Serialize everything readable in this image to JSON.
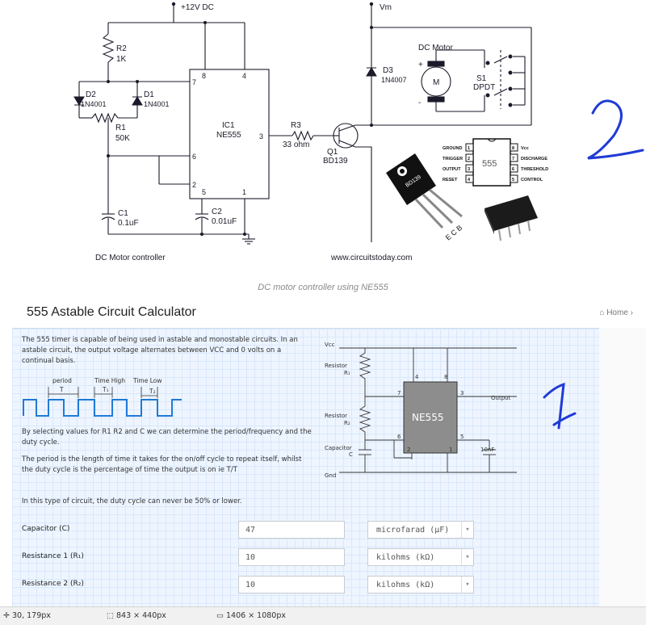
{
  "schematic": {
    "supply_label": "+12V DC",
    "vm_label": "Vm",
    "r2_name": "R2",
    "r2_value": "1K",
    "d2_name": "D2",
    "d2_part": "1N4001",
    "d1_name": "D1",
    "d1_part": "1N4001",
    "r1_name": "R1",
    "r1_value": "50K",
    "c1_name": "C1",
    "c1_value": "0.1uF",
    "c2_name": "C2",
    "c2_value": "0.01uF",
    "ic_name": "IC1",
    "ic_part": "NE555",
    "pin7": "7",
    "pin8": "8",
    "pin4": "4",
    "pin6": "6",
    "pin2": "2",
    "pin5": "5",
    "pin1": "1",
    "pin3": "3",
    "r3_name": "R3",
    "r3_value": "33 ohm",
    "q1_name": "Q1",
    "q1_part": "BD139",
    "d3_name": "D3",
    "d3_part": "1N4007",
    "motor_title": "DC Motor",
    "motor_symbol": "M",
    "motor_plus": "+",
    "motor_minus": "-",
    "s1_name": "S1",
    "s1_type": "DPDT",
    "left_caption": "DC Motor controller",
    "right_caption": "www.circuitstoday.com",
    "ic_pinout": {
      "left_labels": [
        "GROUND",
        "TRIGGER",
        "OUTPUT",
        "RESET"
      ],
      "left_pins": [
        "1",
        "2",
        "3",
        "4"
      ],
      "right_labels": [
        "Vcc",
        "DISCHARGE",
        "THRESHOLD",
        "CONTROL"
      ],
      "right_pins": [
        "8",
        "7",
        "6",
        "5"
      ],
      "chip_label": "555"
    },
    "transistor_pkg_label": "BD139",
    "transistor_leads": "E C B",
    "annotation_2": "2"
  },
  "caption": "DC motor controller using NE555",
  "calculator": {
    "title": "555 Astable Circuit Calculator",
    "home_link": "Home",
    "desc_1": "The 555 timer is capable of being used in astable and monostable circuits. In an astable circuit, the output voltage alternates between VCC and 0 volts on a continual basis.",
    "wave_labels": {
      "period": "period",
      "time_high": "Time High",
      "time_low": "Time Low",
      "t": "T",
      "t1": "T₁",
      "t2": "T₂"
    },
    "desc_2": "By selecting values for R1 R2 and C we can determine the period/frequency and the duty cycle.",
    "desc_3": "The period is the length of time it takes for the on/off cycle to repeat itself, whilst the duty cycle is the percentage of time the output is on ie T/T",
    "desc_4": "In this type of circuit, the duty cycle can never be 50% or lower.",
    "diagram": {
      "vcc": "Vcc",
      "resistor_1": "Resistor",
      "r1_sub": "R₁",
      "resistor_2": "Resistor",
      "r2_sub": "R₂",
      "capacitor": "Capacitor",
      "c_sub": "C",
      "gnd": "Gnd",
      "output": "Output",
      "chip": "NE555",
      "cap_value": "10nF",
      "pins": {
        "p4": "4",
        "p8": "8",
        "p7": "7",
        "p3": "3",
        "p6": "6",
        "p2": "2",
        "p5": "5",
        "p1": "1"
      }
    },
    "inputs": [
      {
        "label": "Capacitor (C)",
        "value": "47",
        "unit": "microfarad (µF)"
      },
      {
        "label": "Resistance 1 (R₁)",
        "value": "10",
        "unit": "kilohms (kΩ)"
      },
      {
        "label": "Resistance 2 (R₂)",
        "value": "10",
        "unit": "kilohms (kΩ)"
      }
    ],
    "annotation_1": "1"
  },
  "status_bar": {
    "cursor_pos": "30, 179px",
    "selection_size": "843 × 440px",
    "image_size": "1406 × 1080px"
  }
}
